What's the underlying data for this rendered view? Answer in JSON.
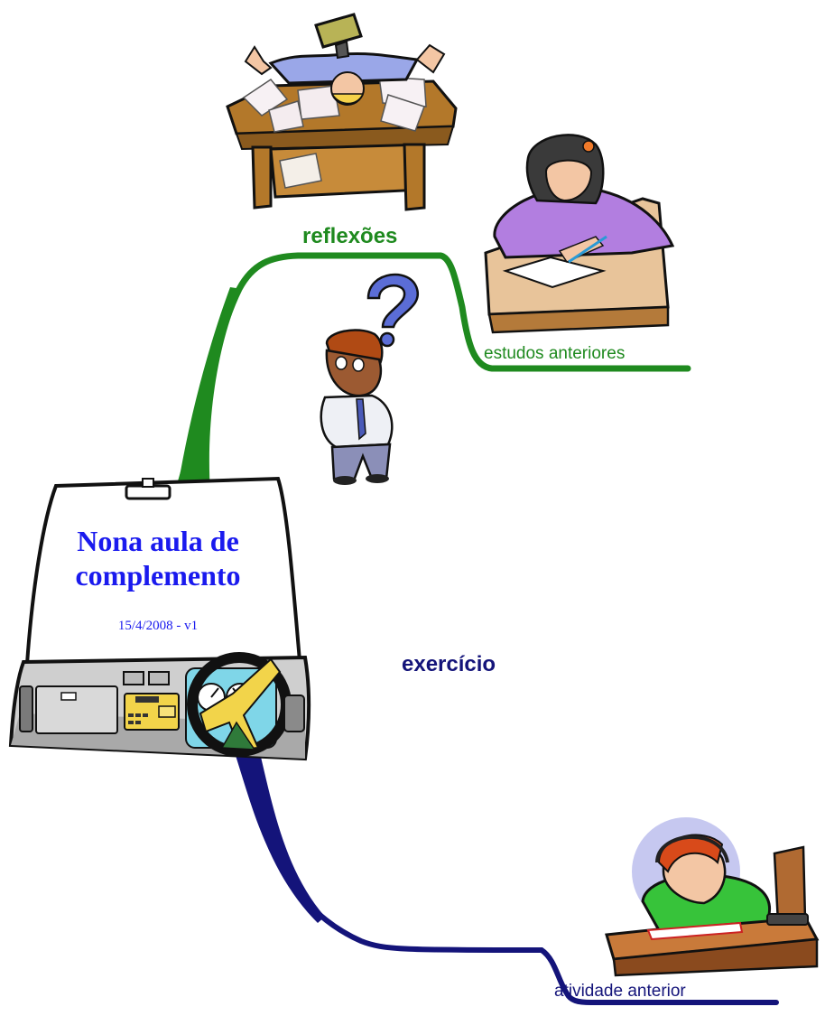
{
  "colors": {
    "branch_green": "#1f8a1f",
    "branch_navy": "#14147a",
    "central_text": "#1a1aee"
  },
  "central": {
    "title_line1": "Nona aula de",
    "title_line2": "complemento",
    "date": "15/4/2008 - v1"
  },
  "branches": [
    {
      "label": "reflexões",
      "children": [
        {
          "label": "estudos anteriores"
        }
      ]
    },
    {
      "label": "exercício",
      "children": [
        {
          "label": "atividade anterior"
        }
      ]
    }
  ],
  "icons": {
    "center": "car-dashboard-icon",
    "desk": "overwhelmed-worker-desk-icon",
    "thinking": "confused-man-icon",
    "writing": "student-writing-icon",
    "sleeping": "student-sleeping-icon"
  }
}
